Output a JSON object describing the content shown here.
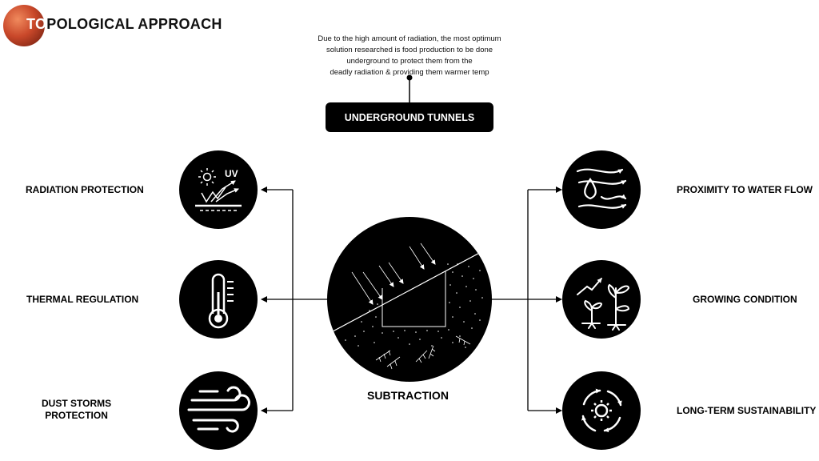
{
  "header": {
    "title_first": "TO",
    "title_rest": "POLOGICAL APPROACH"
  },
  "description": {
    "lines": [
      "Due to the high amount of radiation, the most optimum",
      "solution researched  is food production to be done",
      "underground  to protect them from the",
      "deadly radiation & providing them warmer temp"
    ]
  },
  "center_top": {
    "label": "UNDERGROUND TUNNELS"
  },
  "center": {
    "label": "SUBTRACTION"
  },
  "left_items": [
    {
      "label": "RADIATION PROTECTION",
      "icon": "uv-radiation-icon",
      "icon_text": "UV"
    },
    {
      "label": "THERMAL REGULATION",
      "icon": "thermometer-icon"
    },
    {
      "label_line1": "DUST STORMS",
      "label_line2": "PROTECTION",
      "icon": "wind-icon"
    }
  ],
  "right_items": [
    {
      "label": "PROXIMITY TO WATER FLOW",
      "icon": "water-flow-icon"
    },
    {
      "label": "GROWING CONDITION",
      "icon": "plant-growth-icon"
    },
    {
      "label": "LONG-TERM SUSTAINABILITY",
      "icon": "sustainability-cycle-icon"
    }
  ],
  "colors": {
    "ink": "#000000",
    "background": "#ffffff",
    "planet": "#c9482a"
  }
}
